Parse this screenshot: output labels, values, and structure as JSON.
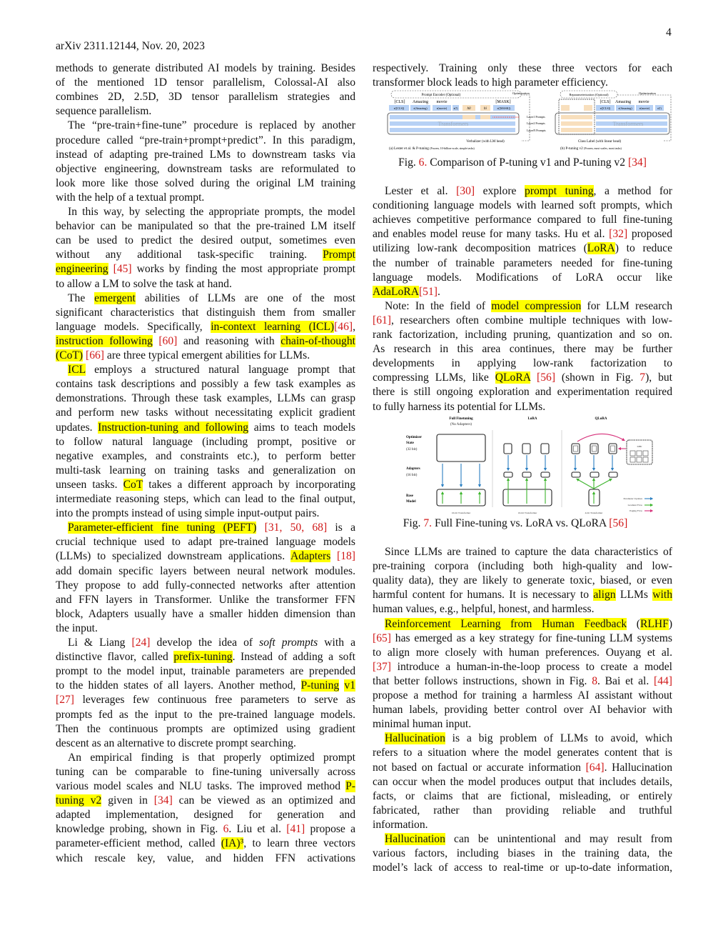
{
  "header": {
    "arxiv": "arXiv 2311.12144, Nov. 20, 2023",
    "page_number": "4"
  },
  "colors": {
    "highlight": "#ffff00",
    "reference": "#d01818"
  },
  "left": [
    {
      "s": [
        "methods to generate distributed AI models by training. Besides"
      ]
    },
    {
      "s": [
        "of the mentioned 1D tensor parallelism, Colossal-AI also"
      ]
    },
    {
      "s": [
        "combines 2D, 2.5D, 3D tensor parallelism strategies and"
      ]
    },
    {
      "end": true,
      "s": [
        "sequence parallelism."
      ]
    },
    {
      "ind": true,
      "s": [
        "The “pre-train+fine-tune” procedure is replaced by another"
      ]
    },
    {
      "s": [
        "procedure called “pre-train+prompt+predict”. In this paradigm,"
      ]
    },
    {
      "s": [
        "instead of adapting pre-trained LMs to downstream tasks via"
      ]
    },
    {
      "s": [
        "objective engineering, downstream tasks are reformulated to"
      ]
    },
    {
      "s": [
        "look more like those solved during the original LM training"
      ]
    },
    {
      "end": true,
      "s": [
        "with the help of a textual prompt."
      ]
    },
    {
      "ind": true,
      "s": [
        "In this way, by selecting the appropriate prompts, the model"
      ]
    },
    {
      "s": [
        "behavior can be manipulated so that the pre-trained LM itself"
      ]
    },
    {
      "s": [
        "can be used to predict the desired output, sometimes even"
      ]
    },
    {
      "s": [
        "without any additional task-specific training. ",
        {
          "h": "Prompt"
        }
      ]
    },
    {
      "s": [
        {
          "h": "engineering"
        },
        " ",
        {
          "r": "[45]"
        },
        " works by finding the most appropriate prompt"
      ]
    },
    {
      "end": true,
      "s": [
        "to allow a LM to solve the task at hand."
      ]
    },
    {
      "ind": true,
      "s": [
        "The ",
        {
          "h": "emergent"
        },
        " abilities of LLMs are one of the most"
      ]
    },
    {
      "s": [
        "significant characteristics that distinguish them from smaller"
      ]
    },
    {
      "s": [
        "language models. Specifically, ",
        {
          "h": "in-context learning (ICL)"
        },
        {
          "r": "[46]"
        },
        ","
      ]
    },
    {
      "s": [
        {
          "h": "instruction following"
        },
        " ",
        {
          "r": "[60]"
        },
        " and reasoning with ",
        {
          "h": "chain-of-thought"
        }
      ]
    },
    {
      "end": true,
      "s": [
        {
          "h": "(CoT)"
        },
        " ",
        {
          "r": "[66]"
        },
        " are three typical emergent abilities for LLMs."
      ]
    },
    {
      "ind": true,
      "s": [
        {
          "h": "ICL"
        },
        " employs a structured natural language prompt that"
      ]
    },
    {
      "s": [
        "contains task descriptions and possibly a few task examples as"
      ]
    },
    {
      "s": [
        "demonstrations. Through these task examples, LLMs can grasp"
      ]
    },
    {
      "s": [
        "and perform new tasks without necessitating explicit gradient"
      ]
    },
    {
      "s": [
        "updates. ",
        {
          "h": "Instruction-tuning and following"
        },
        " aims to teach models"
      ]
    },
    {
      "s": [
        "to follow natural language (including prompt, positive or"
      ]
    },
    {
      "s": [
        "negative examples, and constraints etc.), to perform better"
      ]
    },
    {
      "s": [
        "multi-task learning on training tasks and generalization on"
      ]
    },
    {
      "s": [
        "unseen tasks. ",
        {
          "h": "CoT"
        },
        " takes a different approach by incorporating"
      ]
    },
    {
      "s": [
        "intermediate reasoning steps, which can lead to the final output,"
      ]
    },
    {
      "end": true,
      "s": [
        "into the prompts instead of using simple input-output pairs."
      ]
    },
    {
      "ind": true,
      "s": [
        {
          "h": "Parameter-efficient fine tuning (PEFT)"
        },
        " ",
        {
          "r": "[31, 50, 68]"
        },
        " is a"
      ]
    },
    {
      "s": [
        "crucial technique used to adapt pre-trained language models"
      ]
    },
    {
      "s": [
        "(LLMs) to specialized downstream applications. ",
        {
          "h": "Adapters"
        },
        " ",
        {
          "r": "[18]"
        }
      ]
    },
    {
      "s": [
        "add domain specific layers between neural network modules."
      ]
    },
    {
      "s": [
        "They propose to add fully-connected networks after attention"
      ]
    },
    {
      "s": [
        "and FFN layers in Transformer. Unlike the transformer FFN"
      ]
    },
    {
      "s": [
        "block, Adapters usually have a smaller hidden dimension than"
      ]
    },
    {
      "end": true,
      "s": [
        "the input."
      ]
    },
    {
      "ind": true,
      "s": [
        "Li & Liang ",
        {
          "r": "[24]"
        },
        " develop the idea of ",
        {
          "e": "soft prompts"
        },
        " with a"
      ]
    },
    {
      "s": [
        "distinctive flavor, called ",
        {
          "h": "prefix-tuning"
        },
        ". Instead of adding a soft"
      ]
    },
    {
      "s": [
        "prompt to the model input, trainable parameters are prepended"
      ]
    },
    {
      "s": [
        "to the hidden states of all layers. Another method, ",
        {
          "h": "P-tuning"
        },
        " ",
        {
          "h": "v1"
        }
      ]
    },
    {
      "s": [
        {
          "r": "[27]"
        },
        " leverages few continuous free parameters to serve as"
      ]
    },
    {
      "s": [
        "prompts fed as the input to the pre-trained language models."
      ]
    },
    {
      "s": [
        "Then the continuous prompts are optimized using gradient"
      ]
    },
    {
      "end": true,
      "s": [
        "descent as an alternative to discrete prompt searching."
      ]
    },
    {
      "ind": true,
      "s": [
        "An empirical finding is that properly optimized prompt"
      ]
    },
    {
      "s": [
        "tuning can be comparable to fine-tuning universally across"
      ]
    },
    {
      "s": [
        "various model scales and NLU tasks. The improved method ",
        {
          "h": "P-"
        }
      ]
    },
    {
      "s": [
        {
          "h": "tuning v2"
        },
        " given in ",
        {
          "r": "[34]"
        },
        " can be viewed as an optimized and"
      ]
    },
    {
      "s": [
        "adapted implementation, designed for generation and"
      ]
    },
    {
      "s": [
        "knowledge probing, shown in Fig. ",
        {
          "r": "6"
        },
        ". Liu et al. ",
        {
          "r": "[41]"
        },
        " propose a"
      ]
    },
    {
      "s": [
        "parameter-efficient method, called ",
        {
          "h": "(IA)³"
        },
        ", to learn three vectors"
      ]
    },
    {
      "s": [
        "which rescale key, value, and hidden FFN activations"
      ]
    }
  ],
  "right_top": [
    {
      "s": [
        "respectively. Training only these three vectors for each"
      ]
    },
    {
      "end": true,
      "s": [
        "transformer block leads to high parameter efficiency."
      ]
    }
  ],
  "right_mid": [
    {
      "ind": true,
      "s": [
        "Lester et al. ",
        {
          "r": "[30]"
        },
        " explore ",
        {
          "h": "prompt tuning"
        },
        ", a method for"
      ]
    },
    {
      "s": [
        "conditioning language models with learned soft prompts, which"
      ]
    },
    {
      "s": [
        "achieves competitive performance compared to full fine-tuning"
      ]
    },
    {
      "s": [
        "and enables model reuse for many tasks. Hu et al. ",
        {
          "r": "[32]"
        },
        " proposed"
      ]
    },
    {
      "s": [
        "utilizing low-rank decomposition matrices (",
        {
          "h": "LoRA"
        },
        ") to reduce"
      ]
    },
    {
      "s": [
        "the number of trainable parameters needed for fine-tuning"
      ]
    },
    {
      "s": [
        "language models. Modifications of LoRA occur like"
      ]
    },
    {
      "end": true,
      "s": [
        {
          "h": "AdaLoRA"
        },
        {
          "r": "[51]"
        },
        "."
      ]
    },
    {
      "ind": true,
      "s": [
        "Note: In the field of ",
        {
          "h": "model compression"
        },
        " for LLM research"
      ]
    },
    {
      "s": [
        {
          "r": "[61]"
        },
        ", researchers often combine multiple techniques with low-"
      ]
    },
    {
      "s": [
        "rank factorization, including pruning, quantization and so on."
      ]
    },
    {
      "s": [
        "As research in this area continues, there may be further"
      ]
    },
    {
      "s": [
        "developments in applying low-rank factorization to"
      ]
    },
    {
      "s": [
        "compressing LLMs, like ",
        {
          "h": "QLoRA"
        },
        " ",
        {
          "r": "[56]"
        },
        " (shown in Fig. ",
        {
          "r": "7"
        },
        "), but"
      ]
    },
    {
      "s": [
        "there is still ongoing exploration and experimentation required"
      ]
    },
    {
      "end": true,
      "s": [
        "to fully harness its potential for LLMs."
      ]
    }
  ],
  "right_bottom": [
    {
      "ind": true,
      "s": [
        "Since LLMs are trained to capture the data characteristics of"
      ]
    },
    {
      "s": [
        "pre-training corpora (including both high-quality and low-"
      ]
    },
    {
      "s": [
        "quality data), they are likely to generate toxic, biased, or even"
      ]
    },
    {
      "s": [
        "harmful content for humans. It is necessary to ",
        {
          "h": "align"
        },
        " LLMs ",
        {
          "h": "with"
        }
      ]
    },
    {
      "end": true,
      "s": [
        "human values, e.g., helpful, honest, and harmless."
      ]
    },
    {
      "ind": true,
      "s": [
        {
          "h": "Reinforcement Learning from Human Feedback"
        },
        " (",
        {
          "h": "RLHF"
        },
        ")"
      ]
    },
    {
      "s": [
        {
          "r": "[65]"
        },
        " has emerged as a key strategy for fine-tuning LLM systems"
      ]
    },
    {
      "s": [
        "to align more closely with human preferences. Ouyang et al."
      ]
    },
    {
      "s": [
        {
          "r": "[37]"
        },
        " introduce a human-in-the-loop process to create a model"
      ]
    },
    {
      "s": [
        "that better follows instructions, shown in Fig. ",
        {
          "r": "8"
        },
        ". Bai et al. ",
        {
          "r": "[44]"
        }
      ]
    },
    {
      "s": [
        "propose a method for training a harmless AI assistant without"
      ]
    },
    {
      "s": [
        "human labels, providing better control over AI behavior with"
      ]
    },
    {
      "end": true,
      "s": [
        "minimal human input."
      ]
    },
    {
      "ind": true,
      "s": [
        {
          "h": "Hallucination"
        },
        " is a big problem of LLMs to avoid, which"
      ]
    },
    {
      "s": [
        "refers to a situation where the model generates content that is"
      ]
    },
    {
      "s": [
        "not based on factual or accurate information ",
        {
          "r": "[64]"
        },
        ". Hallucination"
      ]
    },
    {
      "s": [
        "can occur when the model produces output that includes details,"
      ]
    },
    {
      "s": [
        "facts, or claims that are fictional, misleading, or entirely"
      ]
    },
    {
      "s": [
        "fabricated, rather than providing reliable and truthful"
      ]
    },
    {
      "end": true,
      "s": [
        "information."
      ]
    },
    {
      "ind": true,
      "s": [
        {
          "h": "Hallucination"
        },
        " can be unintentional and may result from"
      ]
    },
    {
      "s": [
        "various factors, including biases in the training data, the"
      ]
    },
    {
      "s": [
        "model’s lack of access to real-time or up-to-date information,"
      ]
    }
  ],
  "fig6": {
    "caption_prefix": "Fig. ",
    "caption_num": "6.",
    "caption_text": " Comparison of P-tuning v1 and P-tuning v2 ",
    "caption_ref": "[34]",
    "a": {
      "encoder": "Prompt Encoder (Optional)",
      "optimization": "Optimization",
      "tokens": [
        "[CLS]",
        "Amazing",
        "movie",
        "[MASK]"
      ],
      "embeds": [
        "e([CLS])",
        "e(Amazing)",
        "e(movie)",
        "e(!)",
        "h0",
        "hi",
        "e([MASK])"
      ],
      "transformers": "Transformers",
      "verbalizer": "Verbalizer (with LM head)",
      "caption": "(a) Lester et al. & P-tuning",
      "caption_small": "(Frozen, 10-billion-scale, simple tasks)"
    },
    "b": {
      "reparam": "Reparameterization (Optional)",
      "optimization": "Optimization",
      "layers": [
        "Layer1 Prompts",
        "Layer2 Prompts",
        "LayerN Prompts"
      ],
      "tokens": [
        "[CLS]",
        "Amazing",
        "movie"
      ],
      "embeds": [
        "e([CLS])",
        "e(Amazing)",
        "e(movie)",
        "e(!)"
      ],
      "transformers": "Transformers",
      "class_label": "Class Label (with linear head)",
      "caption": "(b) P-tuning v2",
      "caption_small": "(Frozen, most scales, most tasks)"
    }
  },
  "fig7": {
    "caption_prefix": "Fig. ",
    "caption_num": "7.",
    "caption_text": " Full Fine-tuning vs. LoRA vs. QLoRA ",
    "caption_ref": "[56]",
    "titles": [
      "Full Finetuning",
      "(No Adapters)",
      "LoRA",
      "QLoRA"
    ],
    "rows": [
      "Optimizer",
      "State",
      "(32 bit)",
      "Adapters",
      "(16 bit)",
      "Base",
      "Model"
    ],
    "bottoms": [
      "16-bit Transformer",
      "16-bit Transformer",
      "4-bit Transformer"
    ],
    "cpu": "CPU",
    "legend": [
      "Parameter Updates",
      "Gradient Flow",
      "Paging Flow"
    ],
    "colors": {
      "update": "#2a7fc1",
      "gradient": "#3cb52c",
      "paging": "#d6307a"
    }
  }
}
